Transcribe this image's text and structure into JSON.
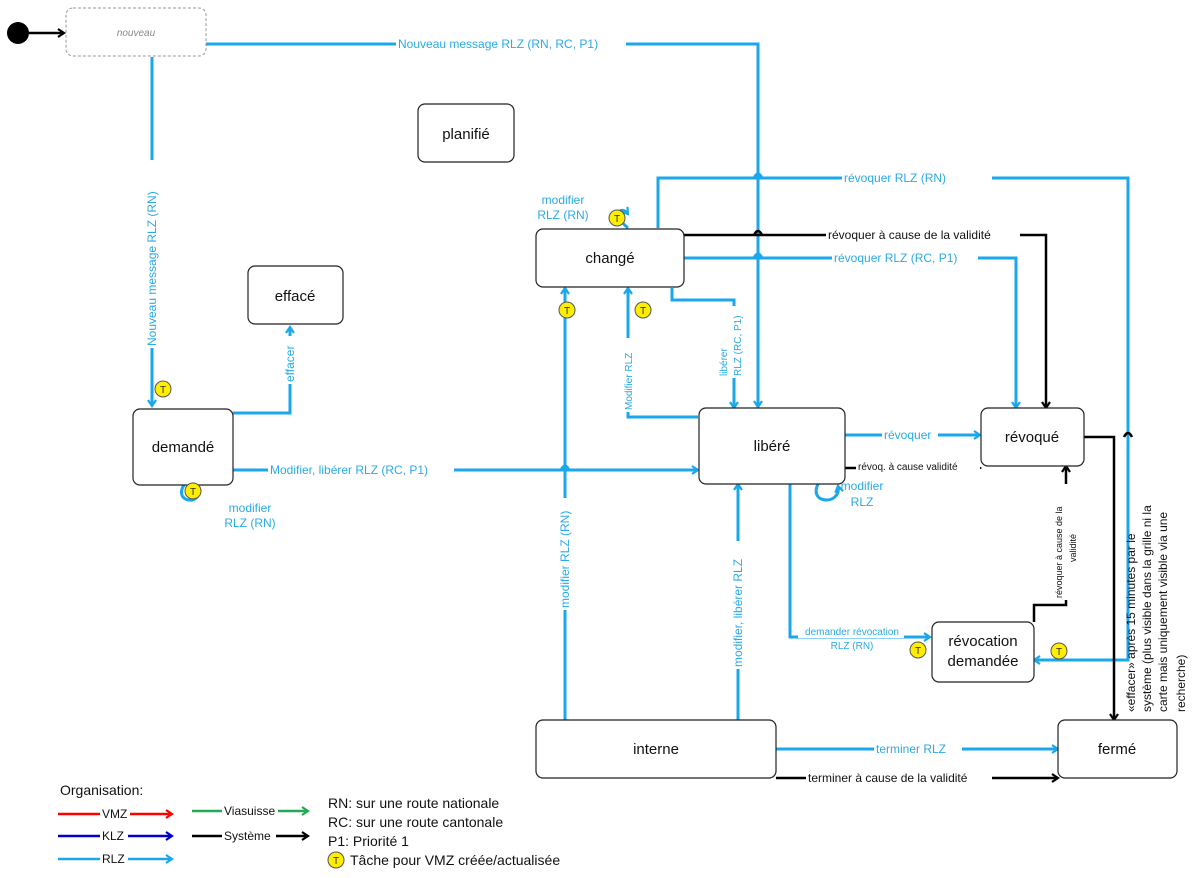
{
  "states": {
    "nouveau": "nouveau",
    "planifie": "planifié",
    "efface": "effacé",
    "demande": "demandé",
    "change": "changé",
    "libere": "libéré",
    "revoque": "révoqué",
    "revocation_line1": "révocation",
    "revocation_line2": "demandée",
    "interne": "interne",
    "ferme": "fermé"
  },
  "transitions": {
    "nouveau_message_top": "Nouveau message RLZ (RN, RC, P1)",
    "nouveau_message_rn": "Nouveau message RLZ (RN)",
    "effacer": "effacer",
    "modifier_liberer_rc": "Modifier, libérer RLZ (RC, P1)",
    "modifier_demande_1": "modifier",
    "modifier_demande_2": "RLZ (RN)",
    "modifier_change_1": "modifier",
    "modifier_change_2": "RLZ (RN)",
    "revoquer_rn": "révoquer RLZ (RN)",
    "revoquer_validite": "révoquer à cause de la validité",
    "revoquer_rc": "révoquer RLZ (RC, P1)",
    "modifier_rlz_vertical": "Modifier RLZ",
    "liberer_1": "libérer",
    "liberer_2": "RLZ (RC, P1)",
    "revoquer": "révoquer",
    "revoq_validite": "révoq. à cause validité",
    "modifier_libere_1": "modifier",
    "modifier_libere_2": "RLZ",
    "modifier_rlz_rn": "modifier RLZ (RN)",
    "modifier_liberer_rlz": "modifier, libérer RLZ",
    "demander_revocation_1": "demander révocation",
    "demander_revocation_2": "RLZ (RN)",
    "revoquer_cause_1": "révoquer à cause de la",
    "revoquer_cause_2": "validité",
    "terminer_rlz": "terminer RLZ",
    "terminer_validite": "terminer à cause de la validité",
    "effacer_note_1": "«effacer» après 15 minutes par le",
    "effacer_note_2": "système (plus visible dans la grille ni la",
    "effacer_note_3": "carte mais uniquement visible via une",
    "effacer_note_4": "recherche)"
  },
  "task_marker": "T",
  "legend": {
    "title": "Organisation:",
    "vmz": "VMZ",
    "klz": "KLZ",
    "rlz": "RLZ",
    "viasuisse": "Viasuisse",
    "systeme": "Système",
    "rn": "RN: sur une route nationale",
    "rc": "RC: sur une route cantonale",
    "p1": "P1: Priorité 1",
    "task": "Tâche pour VMZ créée/actualisée"
  },
  "colors": {
    "vmz": "#ff0000",
    "klz": "#0000cc",
    "rlz": "#1aa7ec",
    "viasuisse": "#22aa55",
    "systeme": "#000000",
    "task_marker": "#ffee00"
  }
}
